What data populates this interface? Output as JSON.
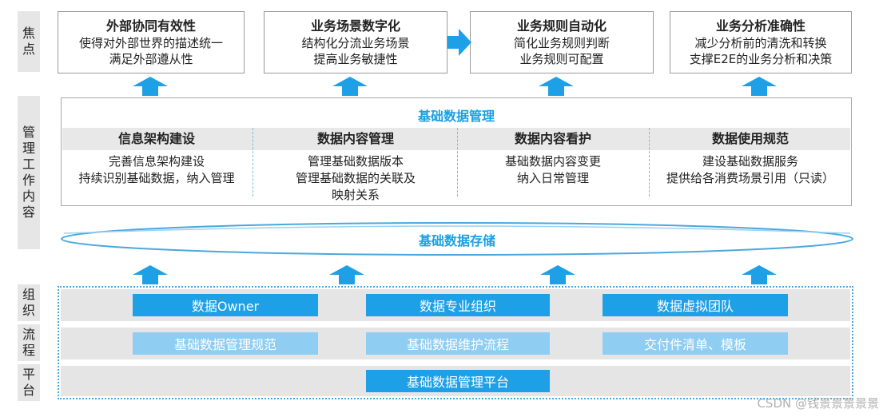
{
  "side_labels": {
    "focus": [
      "焦",
      "点"
    ],
    "work": [
      "管",
      "理",
      "工",
      "作",
      "内",
      "容"
    ],
    "org": [
      "组",
      "织"
    ],
    "process": [
      "流",
      "程"
    ],
    "platform": [
      "平",
      "台"
    ]
  },
  "focus_boxes": [
    {
      "title": "外部协同有效性",
      "lines": [
        "使得对外部世界的描述统一",
        "满足外部遵从性"
      ]
    },
    {
      "title": "业务场景数字化",
      "lines": [
        "结构化分流业务场景",
        "提高业务敏捷性"
      ]
    },
    {
      "title": "业务规则自动化",
      "lines": [
        "简化业务规则判断",
        "业务规则可配置"
      ]
    },
    {
      "title": "业务分析准确性",
      "lines": [
        "减少分析前的清洗和转换",
        "支撑E2E的业务分析和决策"
      ]
    }
  ],
  "management": {
    "title": "基础数据管理",
    "columns": [
      {
        "header": "信息架构建设",
        "lines": [
          "完善信息架构建设",
          "持续识别基础数据，纳入管理"
        ]
      },
      {
        "header": "数据内容管理",
        "lines": [
          "管理基础数据版本",
          "管理基础数据的关联及",
          "映射关系"
        ]
      },
      {
        "header": "数据内容看护",
        "lines": [
          "基础数据内容变更",
          "纳入日常管理"
        ]
      },
      {
        "header": "数据使用规范",
        "lines": [
          "建设基础数据服务",
          "提供给各消费场景引用（只读）"
        ]
      }
    ]
  },
  "storage": {
    "label": "基础数据存储"
  },
  "org_row": [
    "数据Owner",
    "数据专业组织",
    "数据虚拟团队"
  ],
  "process_row": [
    "基础数据管理规范",
    "基础数据维护流程",
    "交付件清单、模板"
  ],
  "platform_row": [
    "基础数据管理平台"
  ],
  "watermark": "CSDN @钱景景景景景",
  "colors": {
    "accent": "#1aa0e0",
    "button_dark": "#1ea0e6",
    "button_light": "#8fcdf2",
    "band": "#e6e6e6"
  }
}
